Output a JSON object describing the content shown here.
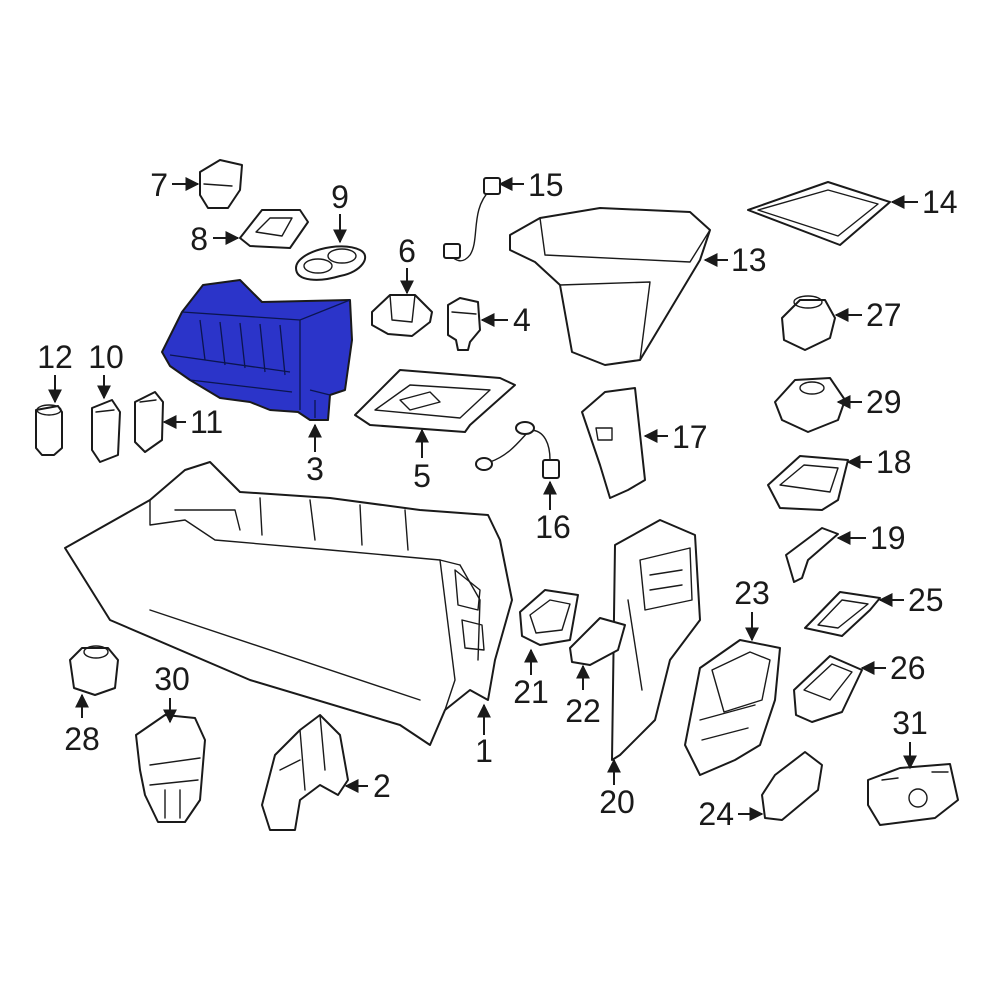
{
  "highlight_color": "#2b34c9",
  "callouts": {
    "c1": "1",
    "c2": "2",
    "c3": "3",
    "c4": "4",
    "c5": "5",
    "c6": "6",
    "c7": "7",
    "c8": "8",
    "c9": "9",
    "c10": "10",
    "c11": "11",
    "c12": "12",
    "c13": "13",
    "c14": "14",
    "c15": "15",
    "c16": "16",
    "c17": "17",
    "c18": "18",
    "c19": "19",
    "c20": "20",
    "c21": "21",
    "c22": "22",
    "c23": "23",
    "c24": "24",
    "c25": "25",
    "c26": "26",
    "c27": "27",
    "c28": "28",
    "c29": "29",
    "c30": "30",
    "c31": "31"
  },
  "highlighted_part": "3"
}
